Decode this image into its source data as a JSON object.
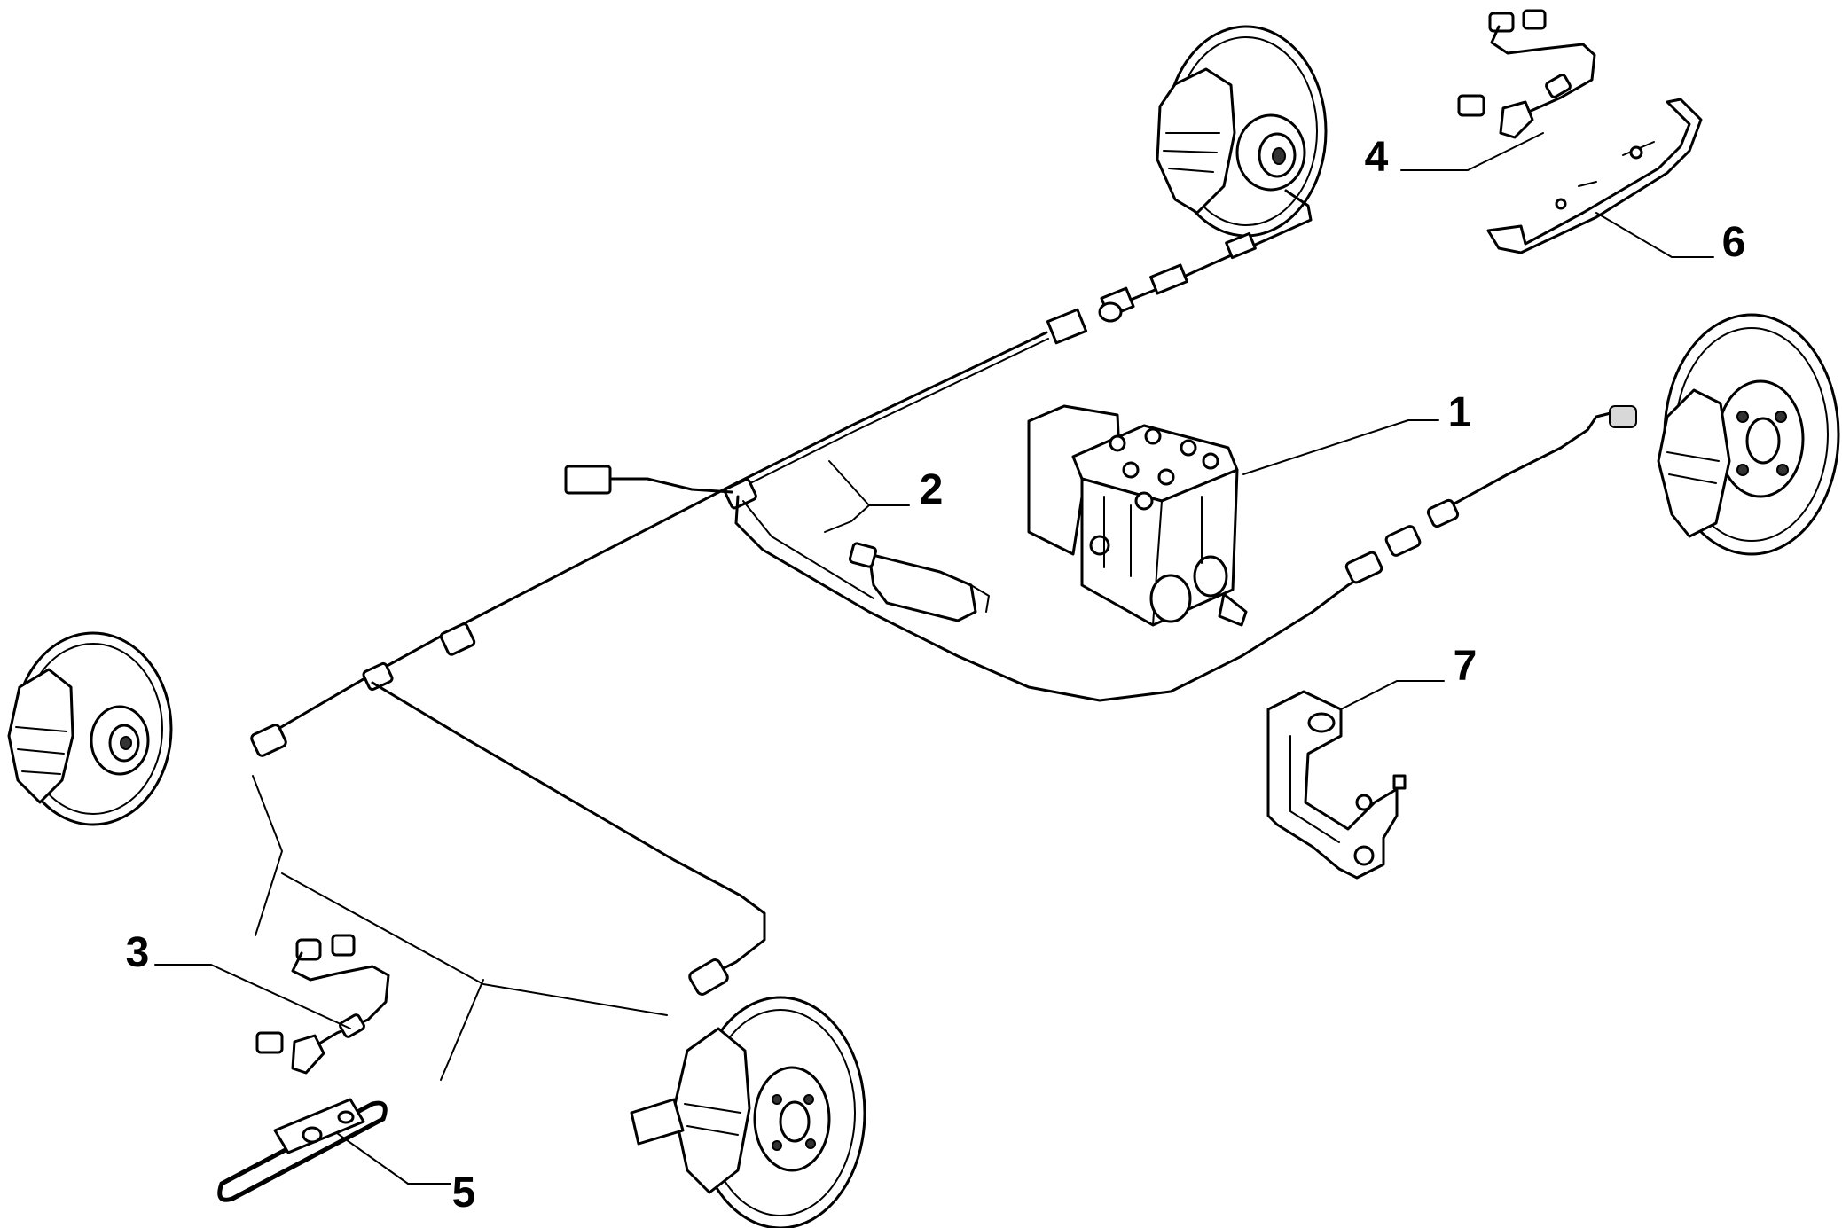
{
  "diagram": {
    "callouts": [
      {
        "id": "1",
        "label": "1"
      },
      {
        "id": "2",
        "label": "2"
      },
      {
        "id": "3",
        "label": "3"
      },
      {
        "id": "4",
        "label": "4"
      },
      {
        "id": "5",
        "label": "5"
      },
      {
        "id": "6",
        "label": "6"
      },
      {
        "id": "7",
        "label": "7"
      }
    ],
    "parts": [
      {
        "callout": "1",
        "icon": "abs-control-unit-icon"
      },
      {
        "callout": "2",
        "icon": "wiring-harness-icon"
      },
      {
        "callout": "3",
        "icon": "rear-wheel-speed-sensor-icon"
      },
      {
        "callout": "4",
        "icon": "front-wheel-speed-sensor-icon"
      },
      {
        "callout": "5",
        "icon": "sensor-mounting-strap-icon"
      },
      {
        "callout": "6",
        "icon": "harness-support-bracket-icon"
      },
      {
        "callout": "7",
        "icon": "control-unit-bracket-icon"
      }
    ],
    "line_color": "#000000",
    "background": "#ffffff"
  }
}
